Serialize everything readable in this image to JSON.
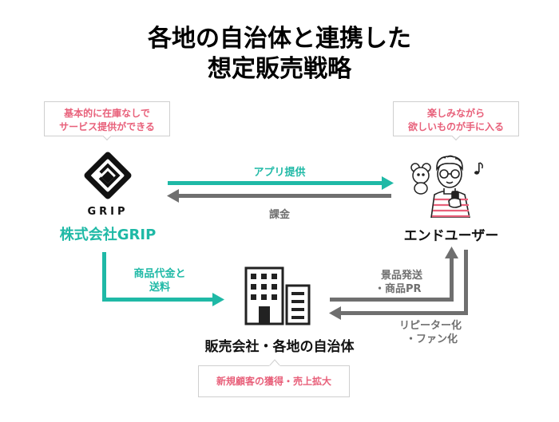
{
  "title": {
    "line1": "各地の自治体と連携した",
    "line2": "想定販売戦略"
  },
  "grip": {
    "callout_line1": "基本的に在庫なしで",
    "callout_line2": "サービス提供ができる",
    "logo_text": "GRIP",
    "company_name": "株式会社GRIP"
  },
  "user": {
    "callout_line1": "楽しみながら",
    "callout_line2": "欲しいものが手に入る",
    "label": "エンドユーザー"
  },
  "seller": {
    "label": "販売会社・各地の自治体",
    "callout": "新規顧客の獲得・売上拡大"
  },
  "flows": {
    "app_provide": "アプリ提供",
    "billing": "課金",
    "payment_line1": "商品代金と",
    "payment_line2": "送料",
    "gift_line1": "景品発送",
    "gift_line2": "・商品PR",
    "repeat_line1": "リピーター化",
    "repeat_line2": "・ファン化"
  },
  "colors": {
    "teal": "#1fb9a6",
    "gray": "#6f6f6f",
    "pink": "#e8607a"
  }
}
